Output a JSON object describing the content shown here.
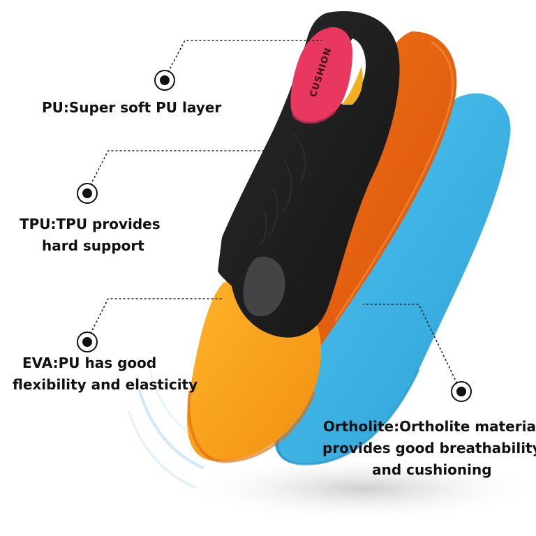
{
  "image": {
    "subject": "layered orthotic insole",
    "colors": {
      "black_layer": "#1c1c1e",
      "cushion_pad": "#e8385f",
      "orange_layer": "#e85d0c",
      "yellow_layer": "#f6a21a",
      "blue_layer": "#38b4e6",
      "marker": "#111111"
    }
  },
  "brand_mark": "CUSHION",
  "callouts": {
    "pu": {
      "lines": [
        "PU:Super soft PU layer"
      ]
    },
    "tpu": {
      "lines": [
        "TPU:TPU provides",
        "hard support"
      ]
    },
    "eva": {
      "lines": [
        "EVA:PU has good",
        "flexibility and elasticity"
      ]
    },
    "ortholite": {
      "lines": [
        "Ortholite:Ortholite material",
        "provides good breathability",
        "and cushioning"
      ]
    }
  }
}
